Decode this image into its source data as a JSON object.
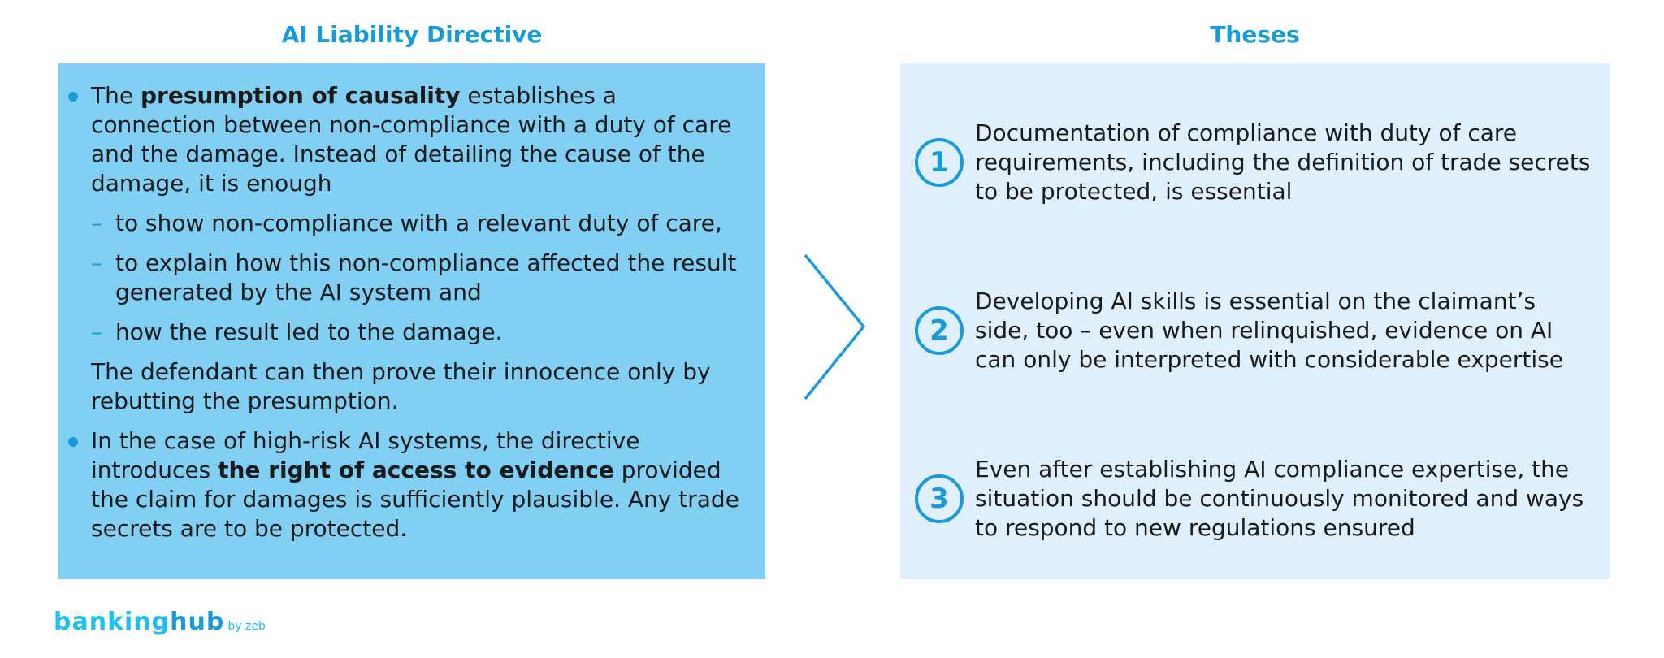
{
  "left": {
    "title": "AI Liability Directive",
    "bullet1": {
      "pre": "The ",
      "bold": "presumption of causality",
      "post": " establishes a connection between non-compliance with a duty of care and the damage. Instead of detailing the cause of the damage, it is enough"
    },
    "subitems": [
      "to show non-compliance with a relevant duty of care,",
      "to explain how this non-compliance affected the result generated by the AI system and",
      "how the result led to the damage."
    ],
    "dash": "–",
    "after": "The defendant can then prove their innocence only by rebutting the presumption.",
    "bullet2": {
      "pre": "In the case of high-risk AI systems, the directive introduces ",
      "bold": "the right of access to evidence",
      "post": " provided the claim for damages is sufficiently plausible. Any trade secrets are to be protected."
    }
  },
  "right": {
    "title": "Theses",
    "items": [
      {
        "num": "1",
        "text": "Documentation of compliance with duty of care requirements, including the definition of trade secrets to be protected, is essential"
      },
      {
        "num": "2",
        "text": "Developing AI skills is essential on the claimant’s side, too – even when relinquished, evidence on AI can only be interpreted with considerable expertise"
      },
      {
        "num": "3",
        "text": "Even after establishing AI compliance expertise, the situation should be continuously monitored and ways to respond to new regulations ensured"
      }
    ]
  },
  "logo": {
    "part1": "banking",
    "part2": "hub",
    "by": "by zeb"
  },
  "colors": {
    "accent": "#1a9ad6",
    "left_panel": "#82cff4",
    "right_panel": "#dff0fc"
  }
}
